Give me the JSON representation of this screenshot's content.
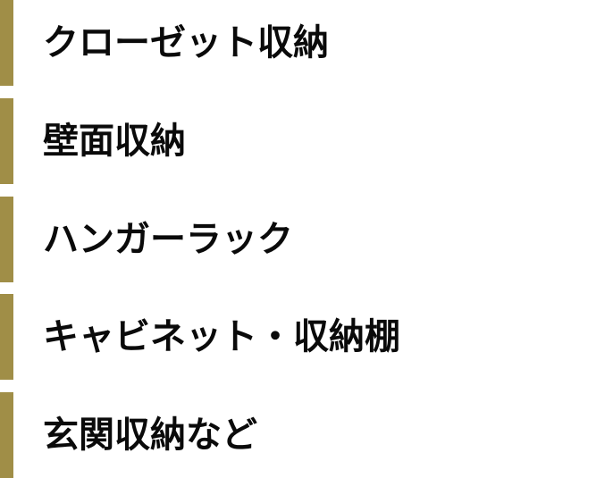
{
  "theme": {
    "accent_color": "#a08e47",
    "text_color": "#0a0a0a",
    "background": "#ffffff"
  },
  "categories": [
    {
      "label": "クローゼット収納"
    },
    {
      "label": "壁面収納"
    },
    {
      "label": "ハンガーラック"
    },
    {
      "label": "キャビネット・収納棚"
    },
    {
      "label": "玄関収納など"
    }
  ]
}
